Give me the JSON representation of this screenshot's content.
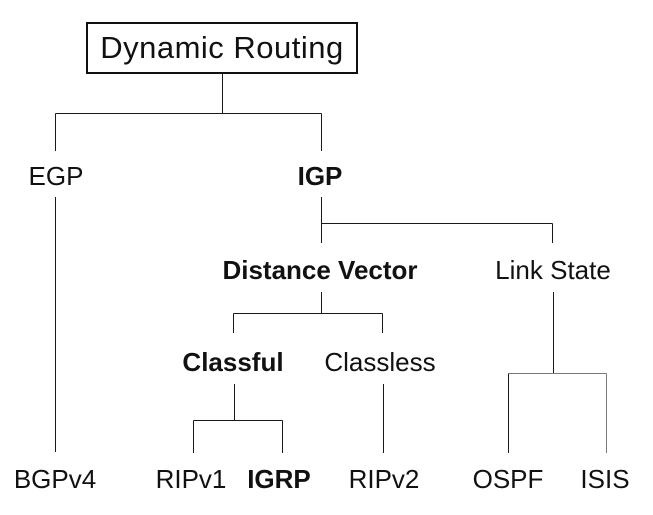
{
  "title": {
    "label": "Dynamic Routing"
  },
  "nodes": {
    "egp": {
      "label": "EGP"
    },
    "igp": {
      "label": "IGP"
    },
    "distance_vector": {
      "label": "Distance Vector"
    },
    "link_state": {
      "label": "Link State"
    },
    "classful": {
      "label": "Classful"
    },
    "classless": {
      "label": "Classless"
    },
    "bgpv4": {
      "label": "BGPv4"
    },
    "ripv1": {
      "label": "RIPv1"
    },
    "igrp": {
      "label": "IGRP"
    },
    "ripv2": {
      "label": "RIPv2"
    },
    "ospf": {
      "label": "OSPF"
    },
    "isis": {
      "label": "ISIS"
    }
  },
  "hierarchy": {
    "Dynamic Routing": {
      "EGP": [
        "BGPv4"
      ],
      "IGP": {
        "Distance Vector": {
          "Classful": [
            "RIPv1",
            "IGRP"
          ],
          "Classless": [
            "RIPv2"
          ]
        },
        "Link State": [
          "OSPF",
          "ISIS"
        ]
      }
    }
  },
  "emphasized_nodes": [
    "IGP",
    "Distance Vector",
    "Classful",
    "IGRP"
  ],
  "colors": {
    "line": "#1a1a1a",
    "line_secondary": "#7a7a7a",
    "text": "#111111",
    "background": "#ffffff"
  }
}
